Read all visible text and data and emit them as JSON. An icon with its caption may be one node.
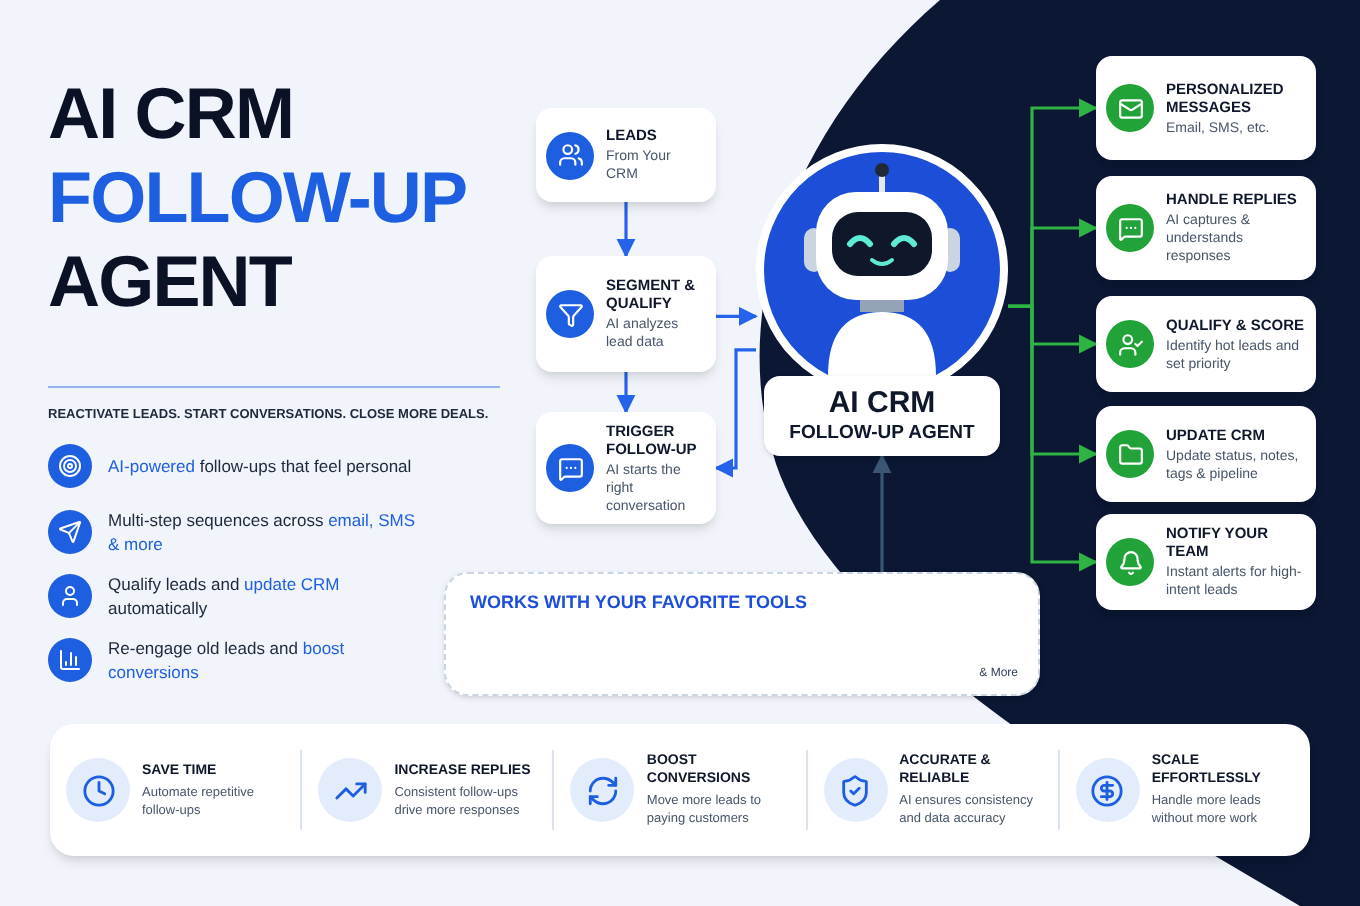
{
  "diagram": {
    "title": "AI CRM **FOLLOW-UP** AGENT",
    "nodes": [
      {
        "text": [
          "LEADS",
          "From Your CRM"
        ]
      },
      {
        "text": [
          "SEGMENT & QUALIFY",
          "AI analyzes lead data"
        ]
      },
      {
        "text": [
          "TRIGGER FOLLOW-UP",
          "AI starts the right conversation"
        ]
      },
      {
        "text": [
          "AI CRM",
          "FOLLOW-UP AGENT"
        ]
      },
      {
        "text": [
          "PERSONALIZED MESSAGES",
          "Email, SMS, etc."
        ]
      },
      {
        "text": [
          "HANDLE REPLIES",
          "AI captures & understands responses"
        ]
      },
      {
        "text": [
          "QUALIFY & SCORE",
          "Identify hot leads and set priority"
        ]
      },
      {
        "text": [
          "UPDATE CRM",
          "Update status, notes, tags & pipeline"
        ]
      },
      {
        "text": [
          "NOTIFY YOUR TEAM",
          "Instant alerts for high-intent leads"
        ]
      },
      {
        "text": [
          "WORKS WITH YOUR FAVORITE TOOLS",
          "& More"
        ]
      }
    ],
    "edges": [
      {
        "from": 0,
        "to": 1,
        "arrow": "to",
        "color": "#2563eb"
      },
      {
        "from": 1,
        "to": 2,
        "arrow": "to",
        "color": "#2563eb"
      },
      {
        "from": 1,
        "to": 3,
        "arrow": "to",
        "color": "#2563eb"
      },
      {
        "from": 3,
        "to": 2,
        "arrow": "to",
        "color": "#2563eb"
      },
      {
        "from": 3,
        "to": 4,
        "arrow": "to"
      },
      {
        "from": 3,
        "to": 5,
        "arrow": "to"
      },
      {
        "from": 3,
        "to": 6,
        "arrow": "to"
      },
      {
        "from": 3,
        "to": 7,
        "arrow": "to"
      },
      {
        "from": 3,
        "to": 8,
        "arrow": "to"
      },
      {
        "from": 9,
        "to": 3,
        "arrow": "to",
        "color": "#3b5675"
      }
    ],
    "labels": [
      "REACTIVATE LEADS. START CONVERSATIONS. CLOSE MORE DEALS.",
      "**AI-powered** follow-ups that feel personal",
      "Multi-step sequences across **email, SMS & more**",
      "Qualify leads and **update CRM** automatically",
      "Re-engage old leads and **boost conversions**",
      "SAVE TIME",
      "Automate repetitive follow-ups",
      "INCREASE REPLIES",
      "Consistent follow-ups drive more responses",
      "BOOST CONVERSIONS",
      "Move more leads to paying customers",
      "ACCURATE & RELIABLE",
      "AI ensures consistency and data accuracy",
      "SCALE EFFORTLESSLY",
      "Handle more leads without more work"
    ]
  }
}
